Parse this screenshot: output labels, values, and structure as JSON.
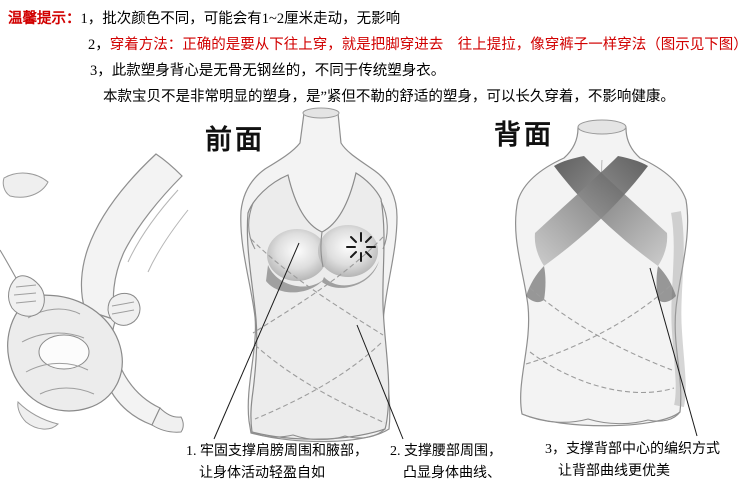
{
  "colors": {
    "highlight_red": "#d10000",
    "text": "#000000",
    "pointer_line": "#1a1a1a"
  },
  "tips": {
    "prefix": "温馨提示：",
    "item1": "1，批次颜色不同，可能会有1~2厘米走动，无影响",
    "item2_num": "2，",
    "item2": "穿着方法：正确的是要从下往上穿，就是把脚穿进去　往上提拉，像穿裤子一样穿法（图示见下图）",
    "item3": "3，此款塑身背心是无骨无钢丝的，不同于传统塑身衣。",
    "item4": "本款宝贝不是非常明显的塑身，是”紧但不勒的舒适的塑身，可以长久穿着，不影响健康。"
  },
  "headings": {
    "front": "前面",
    "back": "背面"
  },
  "captions": {
    "c1_line1": "1. 牢固支撑肩膀周围和腋部，",
    "c1_line2": "让身体活动轻盈自如",
    "c2_line1": "2. 支撑腰部周围，",
    "c2_line2": "凸显身体曲线、",
    "c3_line1": "3，支撑背部中心的编织方式",
    "c3_line2": "让背部曲线更优美"
  }
}
